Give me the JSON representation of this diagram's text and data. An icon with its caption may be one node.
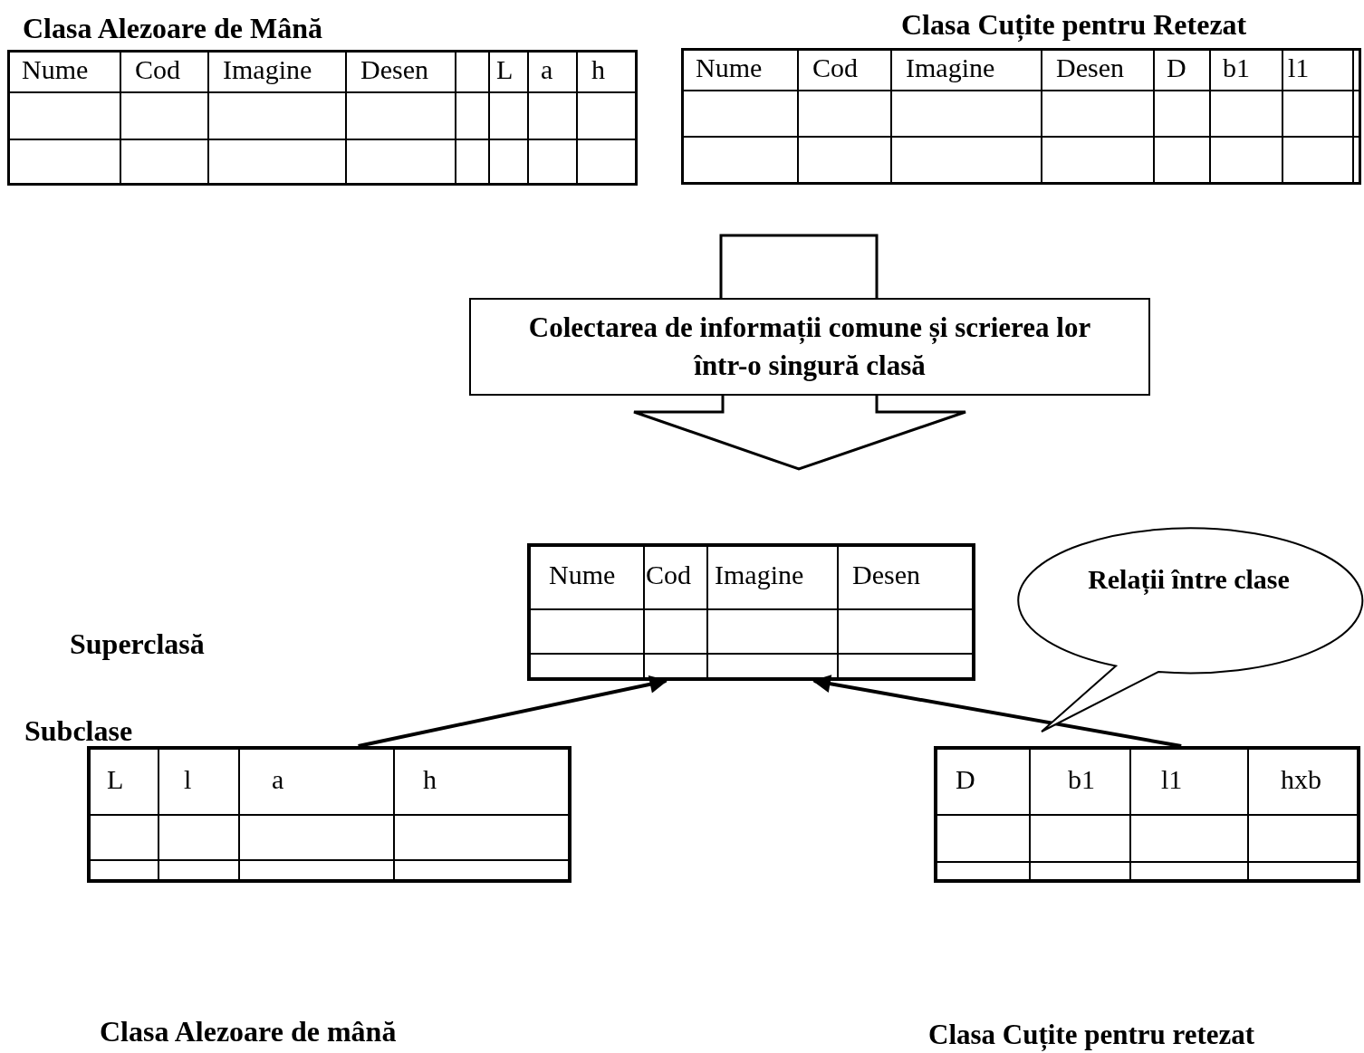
{
  "diagram": {
    "nodes": [
      {
        "text": [
          "Nume",
          "Cod",
          "Imagine",
          "Desen",
          "L",
          "a",
          "h"
        ],
        "beside": [
          "Clasa Alezoare de Mână"
        ]
      },
      {
        "text": [
          "Nume",
          "Cod",
          "Imagine",
          "Desen",
          "D",
          "b1",
          "l1"
        ],
        "beside": [
          "Clasa Cuțite pentru Retezat"
        ]
      },
      {
        "text": [
          "Colectarea de informații comune și scrierea lor într-o singură clasă"
        ]
      },
      {
        "text": [
          "Nume",
          "Cod",
          "Imagine",
          "Desen"
        ]
      },
      {
        "text": [
          "L",
          "l",
          "a",
          "h"
        ]
      },
      {
        "text": [
          "D",
          "b1",
          "l1",
          "hxb"
        ]
      },
      {
        "text": [
          "Relații între clase"
        ]
      }
    ],
    "edges": [
      {
        "from": 4,
        "to": 3,
        "arrow": "to"
      },
      {
        "from": 5,
        "to": 3,
        "arrow": "to"
      }
    ],
    "labels": [
      "Superclasă",
      "Subclase",
      "Clasa Alezoare de mână",
      "Clasa Cuțite pentru retezat"
    ]
  }
}
